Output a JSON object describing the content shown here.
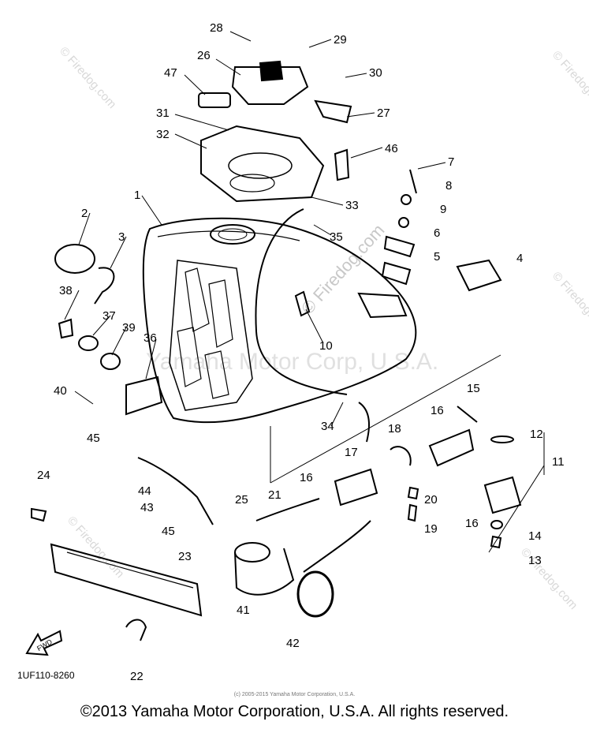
{
  "diagram": {
    "part_numbers": [
      "28",
      "29",
      "26",
      "30",
      "47",
      "27",
      "31",
      "32",
      "46",
      "7",
      "8",
      "1",
      "33",
      "9",
      "2",
      "35",
      "6",
      "3",
      "5",
      "4",
      "38",
      "37",
      "39",
      "36",
      "10",
      "40",
      "34",
      "16",
      "15",
      "18",
      "12",
      "11",
      "17",
      "45",
      "44",
      "16",
      "20",
      "21",
      "43",
      "25",
      "16",
      "45",
      "19",
      "24",
      "14",
      "13",
      "23",
      "41",
      "42",
      "22"
    ],
    "diagram_code": "1UF110-8260",
    "fwd_label": "FWD",
    "small_copyright": "(c) 2005-2015 Yamaha Motor Corporation, U.S.A.",
    "watermark_center": "Yamaha Motor Corp, U.S.A.",
    "watermark_brand": "© Firedog.com"
  },
  "footer": {
    "copyright": "©2013 Yamaha Motor Corporation, U.S.A. All rights reserved."
  }
}
